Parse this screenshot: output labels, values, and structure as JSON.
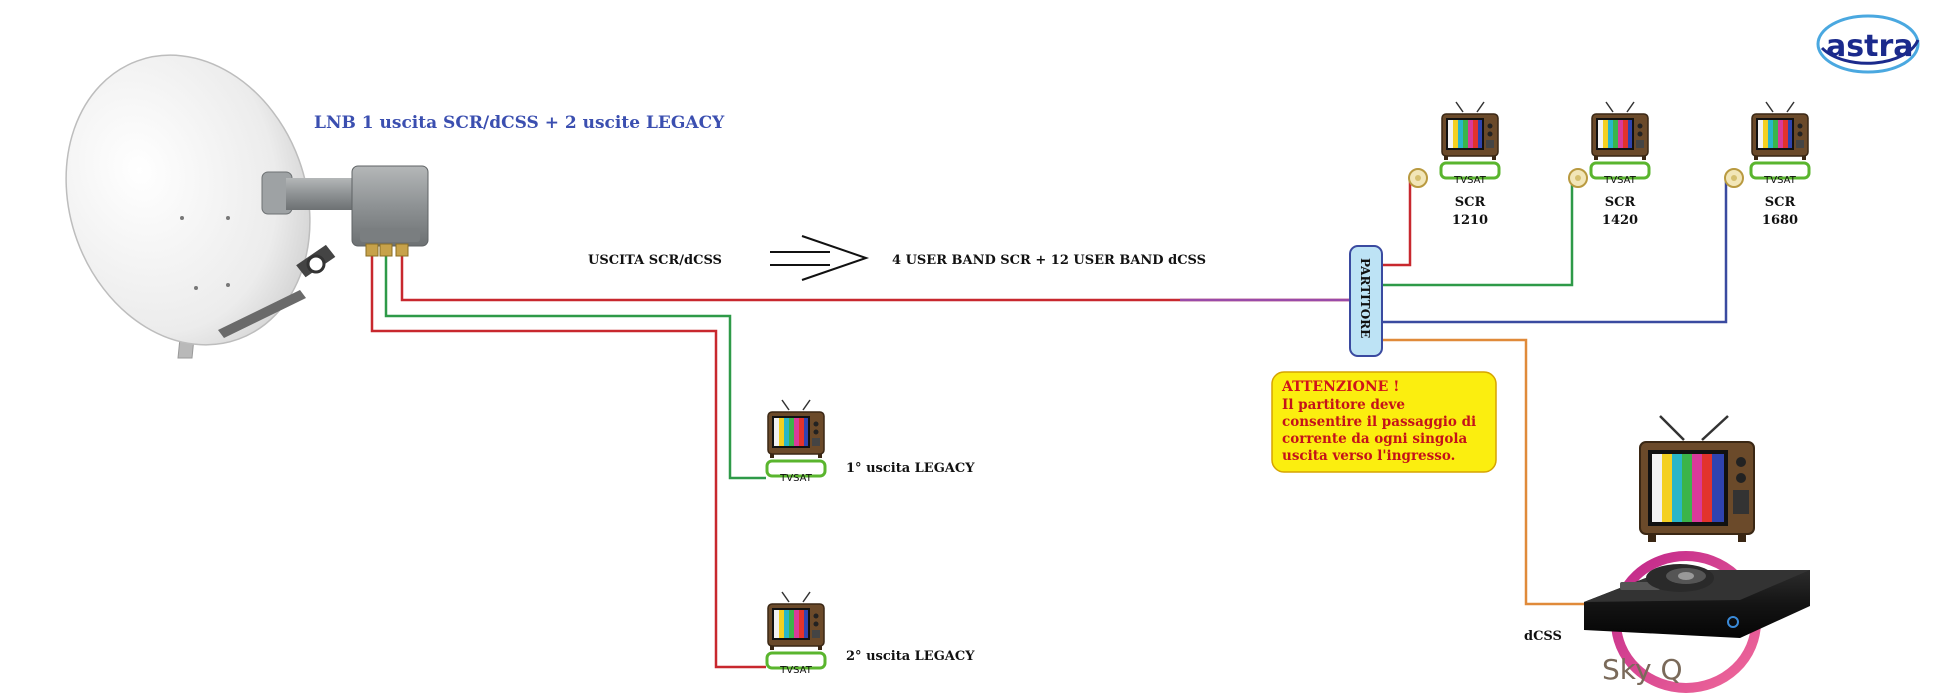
{
  "logo": {
    "text": "astra"
  },
  "title": "LNB  1 uscita SCR/dCSS + 2 uscite LEGACY",
  "output_label": "USCITA   SCR/dCSS",
  "user_band_label": "4 USER BAND SCR  +  12 USER BAND dCSS",
  "splitter_label": "PARTITORE",
  "tv_badge": "TVSAT",
  "scr_receivers": [
    {
      "label": "SCR",
      "freq": "1210"
    },
    {
      "label": "SCR",
      "freq": "1420"
    },
    {
      "label": "SCR",
      "freq": "1680"
    }
  ],
  "legacy_outputs": [
    {
      "label": "1° uscita LEGACY"
    },
    {
      "label": "2° uscita LEGACY"
    }
  ],
  "warning": {
    "heading": "ATTENZIONE !",
    "lines": [
      "Il partitore deve",
      "consentire il passaggio di",
      "corrente da ogni singola",
      "uscita verso l'ingresso."
    ]
  },
  "dcss_label": "dCSS",
  "skyq_label": "Sky Q",
  "colors": {
    "red_cable": "#c8282e",
    "green_cable": "#2e9a48",
    "blue_cable": "#3a4aa0",
    "orange_cable": "#e08a3a",
    "splitter_fill": "#bde3f5",
    "warning_fill": "#fbee0f",
    "title_blue": "#3b4fb0"
  }
}
